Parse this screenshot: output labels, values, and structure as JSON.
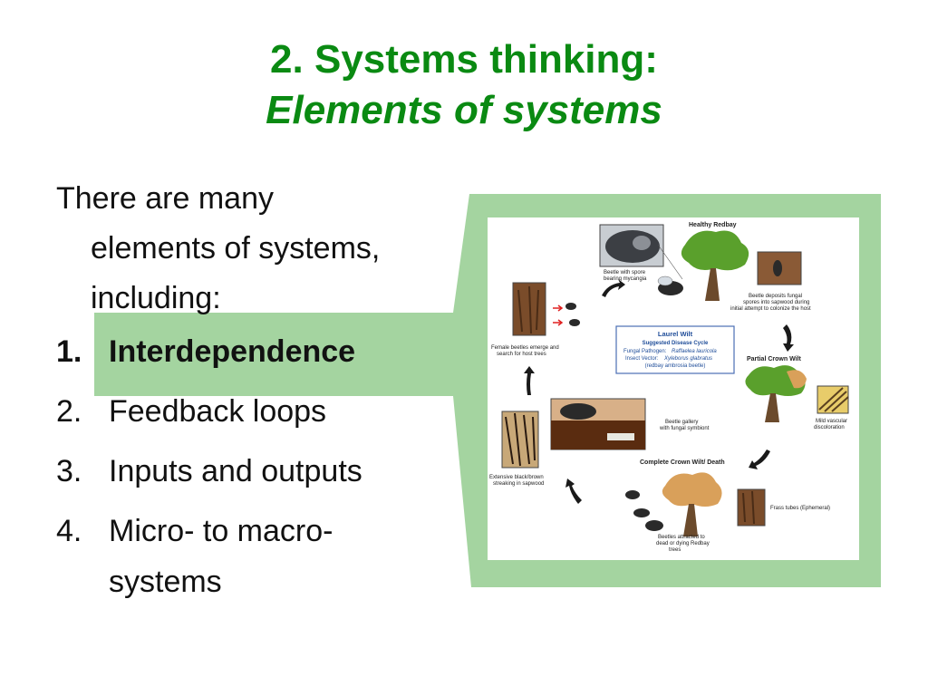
{
  "title": {
    "line1": "2. Systems thinking:",
    "line2": "Elements of systems"
  },
  "intro": {
    "line1": "There are many",
    "line2": "elements of systems,",
    "line3": "including:"
  },
  "list": [
    {
      "num": "1.",
      "text": "Interdependence",
      "highlighted": true
    },
    {
      "num": "2.",
      "text": "Feedback loops",
      "highlighted": false
    },
    {
      "num": "3.",
      "text": "Inputs and outputs",
      "highlighted": false
    },
    {
      "num": "4.",
      "text": "Micro- to macro-",
      "text2": "systems",
      "highlighted": false
    }
  ],
  "colors": {
    "title": "#0a8a12",
    "callout": "#a4d4a0",
    "arrow": "#1a1a1a",
    "cycle_box_border": "#4b6fb5",
    "cycle_text": "#1f4d99",
    "red_arrow": "#e02020"
  },
  "diagram": {
    "stages": {
      "healthy": "Healthy Redbay",
      "beetle_spore": [
        "Beetle with spore",
        "bearing mycangia"
      ],
      "deposits": [
        "Beetle deposits fungal",
        "spores into sapwood during",
        "initial attempt to colonize the host"
      ],
      "partial": "Partial Crown Wilt",
      "vascular": [
        "Mild vascular",
        "discoloration"
      ],
      "complete": "Complete Crown Wilt/ Death",
      "frass": "Frass tubes (Ephemeral)",
      "attracted": [
        "Beetles attracted to",
        "dead or dying Redbay",
        "trees"
      ],
      "gallery": [
        "Beetle gallery",
        "with fungal symbiont"
      ],
      "streaking": [
        "Extensive black/brown",
        "streaking in sapwood"
      ],
      "female": [
        "Female beetles emerge and",
        "search for host trees"
      ]
    },
    "cycle_box": {
      "title": "Laurel Wilt",
      "subtitle": "Suggested Disease Cycle",
      "pathogen_label": "Fungal Pathogen:",
      "pathogen": "Raffaelea lauricola",
      "vector_label": "Insect Vector:",
      "vector": "Xyleborus glabratus",
      "vector_common": "(redbay ambrosia beetle)"
    }
  }
}
